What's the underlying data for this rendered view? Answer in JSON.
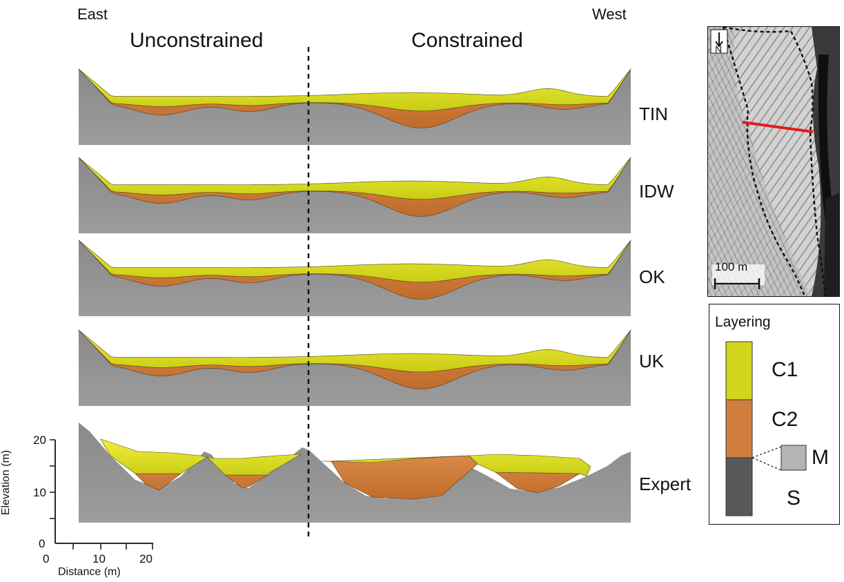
{
  "directions": {
    "left": "East",
    "right": "West"
  },
  "headers": {
    "left": "Unconstrained",
    "right": "Constrained"
  },
  "methods": [
    {
      "label": "TIN"
    },
    {
      "label": "IDW"
    },
    {
      "label": "OK"
    },
    {
      "label": "UK"
    },
    {
      "label": "Expert"
    }
  ],
  "axes": {
    "elevation_title": "Elevation (m)",
    "elevation_ticks": [
      "20",
      "10",
      "0"
    ],
    "distance_title": "Distance (m)",
    "distance_ticks": [
      "0",
      "10",
      "20"
    ]
  },
  "map": {
    "north_label": "N",
    "scale_label": "100 m"
  },
  "legend": {
    "title": "Layering",
    "layers": [
      {
        "code": "C1",
        "color": "#d3d41c"
      },
      {
        "code": "C2",
        "color": "#cf7e3f"
      },
      {
        "code": "M",
        "color": "#b4b4b4"
      },
      {
        "code": "S",
        "color": "#595959"
      }
    ]
  },
  "colors": {
    "c1": "#d3d41c",
    "c2": "#cf7e3f",
    "bedrock": "#8c8c8c",
    "profile_line": "#ff1a1a"
  }
}
